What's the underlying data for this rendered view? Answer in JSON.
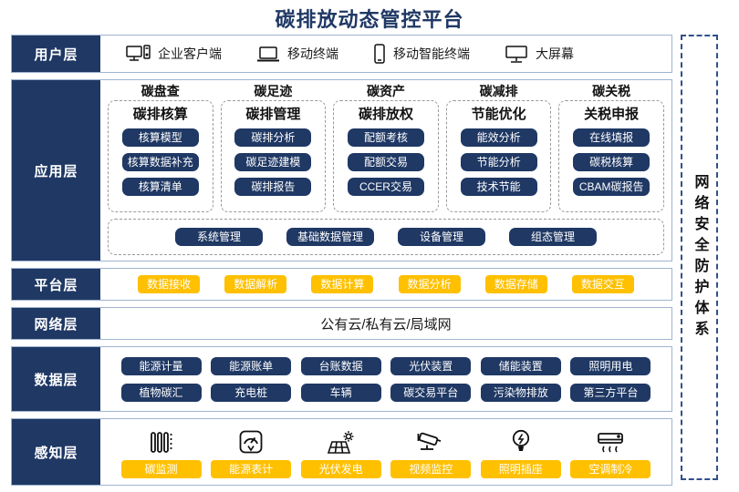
{
  "title": "碳排放动态管控平台",
  "security_panel": {
    "label": "网络安全防护体系"
  },
  "user_layer": {
    "label": "用户层",
    "items": [
      {
        "icon": "desktop-pc-icon",
        "label": "企业客户端"
      },
      {
        "icon": "laptop-icon",
        "label": "移动终端"
      },
      {
        "icon": "smartphone-icon",
        "label": "移动智能终端"
      },
      {
        "icon": "big-screen-icon",
        "label": "大屏幕"
      }
    ]
  },
  "app_layer": {
    "label": "应用层",
    "columns": [
      {
        "header": "碳盘查",
        "subtitle": "碳排核算",
        "buttons": [
          "核算模型",
          "核算数据补充",
          "核算清单"
        ]
      },
      {
        "header": "碳足迹",
        "subtitle": "碳排管理",
        "buttons": [
          "碳排分析",
          "碳足迹建模",
          "碳排报告"
        ]
      },
      {
        "header": "碳资产",
        "subtitle": "碳排放权",
        "buttons": [
          "配额考核",
          "配额交易",
          "CCER交易"
        ]
      },
      {
        "header": "碳减排",
        "subtitle": "节能优化",
        "buttons": [
          "能效分析",
          "节能分析",
          "技术节能"
        ]
      },
      {
        "header": "碳关税",
        "subtitle": "关税申报",
        "buttons": [
          "在线填报",
          "碳税核算",
          "CBAM碳报告"
        ]
      }
    ],
    "common_buttons": [
      "系统管理",
      "基础数据管理",
      "设备管理",
      "组态管理"
    ]
  },
  "platform_layer": {
    "label": "平台层",
    "buttons": [
      "数据接收",
      "数据解析",
      "数据计算",
      "数据分析",
      "数据存储",
      "数据交互"
    ]
  },
  "network_layer": {
    "label": "网络层",
    "text": "公有云/私有云/局域网"
  },
  "data_layer": {
    "label": "数据层",
    "row1": [
      "能源计量",
      "能源账单",
      "台账数据",
      "光伏装置",
      "储能装置",
      "照明用电"
    ],
    "row2": [
      "植物碳汇",
      "充电桩",
      "车辆",
      "碳交易平台",
      "污染物排放",
      "第三方平台"
    ]
  },
  "perception_layer": {
    "label": "感知层",
    "items": [
      {
        "icon": "carbon-monitor-icon",
        "label": "碳监测"
      },
      {
        "icon": "energy-meter-icon",
        "label": "能源表计"
      },
      {
        "icon": "solar-panel-icon",
        "label": "光伏发电"
      },
      {
        "icon": "cctv-camera-icon",
        "label": "视频监控"
      },
      {
        "icon": "light-bulb-icon",
        "label": "照明插座"
      },
      {
        "icon": "air-conditioner-icon",
        "label": "空调制冷"
      }
    ]
  },
  "colors": {
    "navy": "#1f3864",
    "yellow": "#ffc000",
    "row_border": "#9fb3d1",
    "dashed_border": "#9a9a9a",
    "security_border": "#31508c"
  }
}
